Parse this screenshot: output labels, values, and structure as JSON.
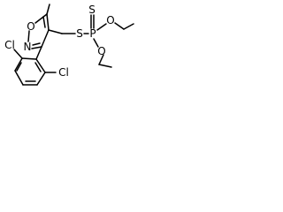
{
  "molecule": {
    "atoms": {
      "ring_o": "O",
      "ring_n": "N",
      "thio_s": "S",
      "phos_p": "P",
      "thione_s": "S",
      "ester_o1": "O",
      "ester_o2": "O",
      "cl_upper": "Cl",
      "cl_lower": "Cl"
    }
  }
}
